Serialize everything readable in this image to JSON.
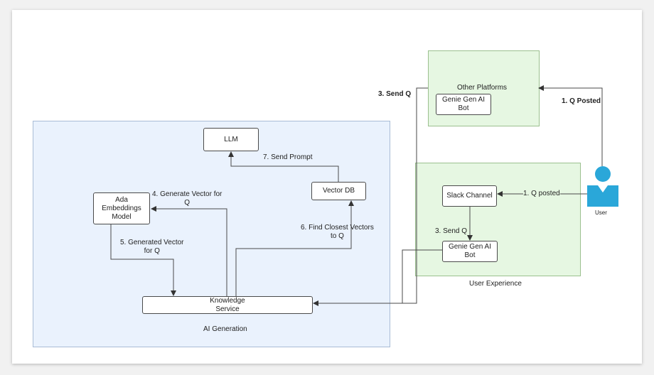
{
  "regions": {
    "ai_generation": "AI Generation",
    "user_experience": "User Experience",
    "other_platforms": "Other Platforms"
  },
  "nodes": {
    "llm": "LLM",
    "vector_db": "Vector DB",
    "ada": "Ada\nEmbeddings\nModel",
    "knowledge_service": "Knowledge\nService",
    "slack_channel": "Slack Channel",
    "genie_bot_ux": "Genie Gen AI\nBot",
    "genie_bot_op": "Genie Gen AI\nBot"
  },
  "edges": {
    "send_prompt": "7. Send Prompt",
    "generate_vector": "4. Generate Vector for\nQ",
    "generated_vector": "5. Generated Vector\nfor Q",
    "find_closest": "6. Find Closest Vectors\nto Q",
    "send_q_top": "3. Send Q",
    "q_posted_top": "1. Q Posted",
    "q_posted_slack": "1. Q posted",
    "send_q_slack": "3. Send Q"
  },
  "user": {
    "label": "User",
    "color": "#2aa7d9"
  },
  "colors": {
    "ai_region": "#eaf2fd",
    "ux_region": "#e6f7e2"
  }
}
